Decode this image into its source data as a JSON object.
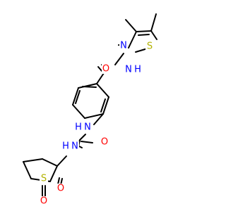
{
  "colors": {
    "bond": "#000000",
    "N": "#0000ff",
    "O": "#ff0000",
    "S": "#b2b200"
  },
  "atoms": {
    "thiazole_S": "S",
    "thiazole_N": "N",
    "amide_N": "N",
    "amide_N_H": "H",
    "amide_O": "O",
    "urea_N1": "N",
    "urea_N1_H": "H",
    "urea_O": "O",
    "urea_N2": "N",
    "urea_N2_H": "H",
    "sulfone_S": "S",
    "sulfone_O1": "O",
    "sulfone_O2": "O"
  }
}
